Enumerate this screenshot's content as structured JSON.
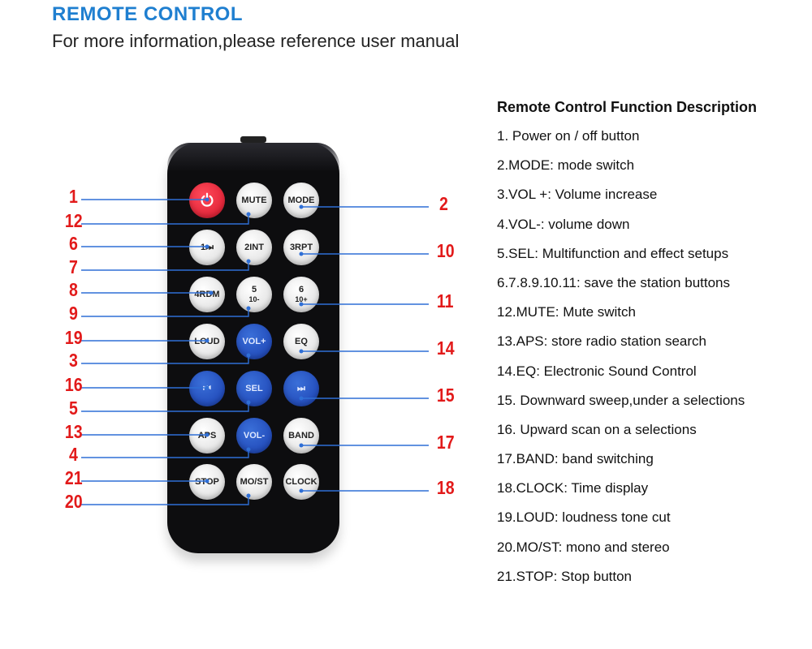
{
  "header": {
    "title": "REMOTE CONTROL",
    "subtitle": "For more information,please reference user manual"
  },
  "remote": {
    "buttons": {
      "power": "",
      "mute": "MUTE",
      "mode": "MODE",
      "b1": "1⏭",
      "b2": "2INT",
      "b3": "3RPT",
      "b4": "4RDM",
      "b5_main": "5",
      "b5_sub": "10-",
      "b6_main": "6",
      "b6_sub": "10+",
      "loud": "LOUD",
      "volup": "VOL+",
      "eq": "EQ",
      "prev": "⏮",
      "sel": "SEL",
      "next": "⏭",
      "aps": "APS",
      "voldown": "VOL-",
      "band": "BAND",
      "stop": "STOP",
      "most": "MO/ST",
      "clock": "CLOCK"
    },
    "colors": {
      "body": "#0d0d0f",
      "power": "#e0192d",
      "blue_button": "#1f4bc4",
      "white_button": "#f0f0f0",
      "callout_red": "#e21a1a",
      "line_blue": "#2f6fd6"
    }
  },
  "callouts": [
    "1",
    "2",
    "3",
    "4",
    "5",
    "6",
    "7",
    "8",
    "9",
    "10",
    "11",
    "12",
    "13",
    "14",
    "15",
    "16",
    "17",
    "18",
    "19",
    "20",
    "21"
  ],
  "description": {
    "title": "Remote Control Function Description",
    "items": [
      "1. Power on / off button",
      "2.MODE: mode switch",
      "3.VOL +: Volume increase",
      "4.VOL-: volume down",
      "5.SEL: Multifunction and effect setups",
      "6.7.8.9.10.11: save the station buttons",
      "12.MUTE: Mute switch",
      "13.APS: store radio station search",
      "14.EQ: Electronic Sound Control",
      "15. Downward sweep,under a selections",
      "16. Upward scan on a selections",
      "17.BAND: band switching",
      "18.CLOCK: Time display",
      "19.LOUD: loudness tone cut",
      "20.MO/ST: mono and stereo",
      "21.STOP: Stop button"
    ]
  }
}
